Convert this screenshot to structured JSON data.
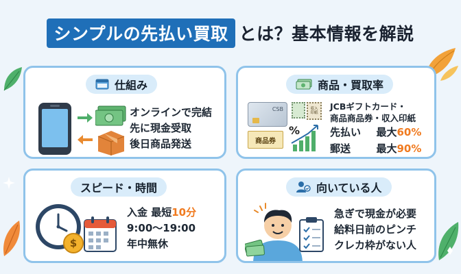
{
  "title": {
    "highlight": "シンプルの先払い買取",
    "rest": "とは？基本情報を解説"
  },
  "cards": {
    "mechanism": {
      "label": "仕組み",
      "icon": "window-icon",
      "lines": [
        "オンラインで完結",
        "先に現金受取",
        "後日商品発送"
      ]
    },
    "products": {
      "label": "商品・買取率",
      "icon": "money-icon",
      "line1": "JCBギフトカード・",
      "line2": "商品商品券・収入印紙",
      "rate1_label": "先払い",
      "rate1_prefix": "最大",
      "rate1_value": "60%",
      "rate2_label": "郵送",
      "rate2_prefix": "最大",
      "rate2_value": "90%",
      "gift_card_text": "CSB",
      "voucher_text": "商品券",
      "stamp_text": "収入印紙",
      "percent_text": "%"
    },
    "speed": {
      "label": "スピード・時間",
      "icon": "clock-icon",
      "deposit_prefix": "入金 最短",
      "deposit_value": "10分",
      "hours": "9:00〜19:00",
      "days": "年中無休"
    },
    "suited": {
      "label": "向いている人",
      "icon": "person-icon",
      "lines": [
        "急ぎで現金が必要",
        "給料日前のピンチ",
        "クレカ枠がない人"
      ]
    }
  },
  "colors": {
    "accent": "#1f6fb8",
    "border": "#8fc3ea",
    "pill": "#d9ecfa",
    "highlight": "#f07a1f"
  }
}
